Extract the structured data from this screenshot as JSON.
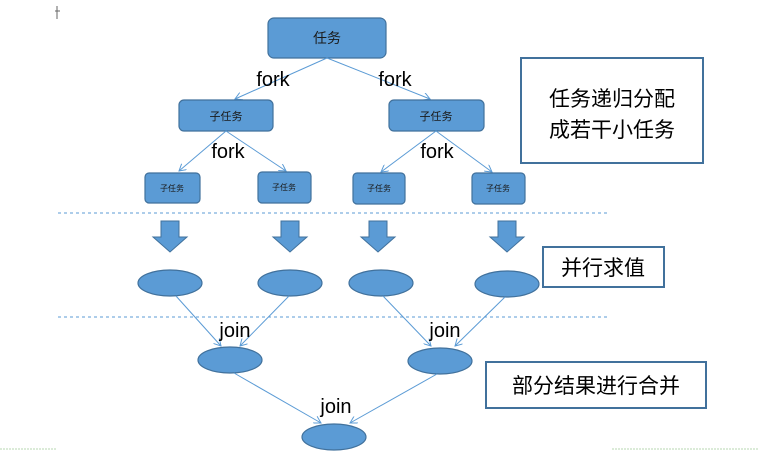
{
  "diagram": {
    "root": {
      "label": "任务"
    },
    "level1": [
      {
        "label": "子任务"
      },
      {
        "label": "子任务"
      }
    ],
    "level2": [
      {
        "label": "子任务"
      },
      {
        "label": "子任务"
      },
      {
        "label": "子任务"
      },
      {
        "label": "子任务"
      }
    ],
    "fork_labels": [
      "fork",
      "fork",
      "fork",
      "fork"
    ],
    "join_labels": [
      "join",
      "join",
      "join"
    ]
  },
  "notes": {
    "split": [
      "任务递归分配",
      "成若干小任务"
    ],
    "parallel": "并行求值",
    "merge": "部分结果进行合并"
  },
  "colors": {
    "node_fill": "#5B9BD5",
    "node_stroke": "#41719C",
    "edge": "#5B9BD5",
    "note_border": "#41719C"
  }
}
